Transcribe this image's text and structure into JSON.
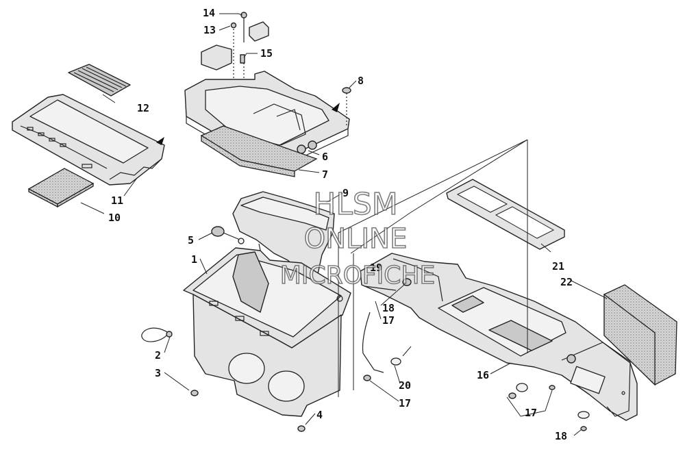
{
  "watermark": {
    "line1": "HLSM",
    "line2": "ONLINE",
    "line3": "MICROFICHE"
  },
  "callouts": [
    "1",
    "2",
    "3",
    "4",
    "5",
    "6",
    "7",
    "8",
    "9",
    "10",
    "11",
    "12",
    "13",
    "14",
    "15",
    "16",
    "17",
    "17",
    "17",
    "18",
    "18",
    "19",
    "20",
    "21",
    "22"
  ]
}
